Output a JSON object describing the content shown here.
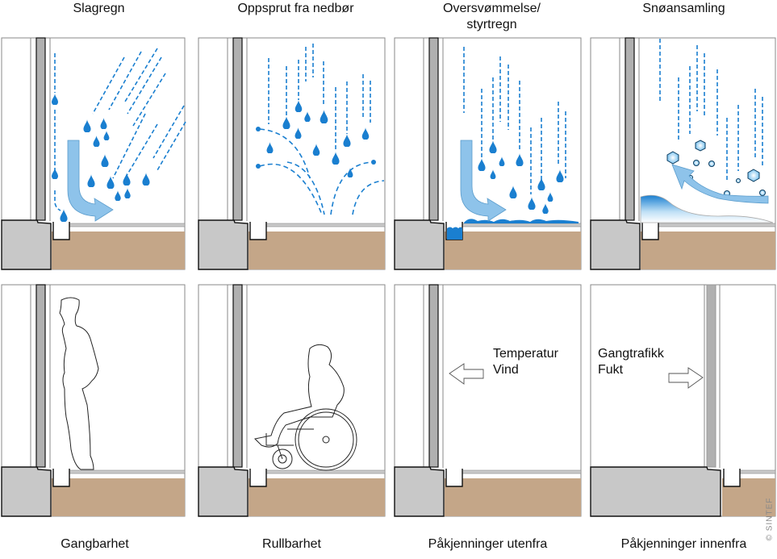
{
  "figure": {
    "top_titles": [
      {
        "text": "Slagregn"
      },
      {
        "text": "Oppsprut fra nedbør"
      },
      {
        "text": "Oversvømmelse/ styrtregn",
        "line1": "Oversvømmelse/",
        "line2": "styrtregn"
      },
      {
        "text": "Snøansamling"
      }
    ],
    "bottom_captions": [
      {
        "text": "Gangbarhet"
      },
      {
        "text": "Rullbarhet"
      },
      {
        "text": "Påkjenninger utenfra"
      },
      {
        "text": "Påkjenninger innenfra"
      }
    ],
    "inner_labels": {
      "outside_loads": {
        "line1": "Temperatur",
        "line2": "Vind",
        "arrow": "arrow-left-icon"
      },
      "inside_loads": {
        "line1": "Gangtrafikk",
        "line2": "Fukt",
        "arrow": "arrow-right-icon"
      }
    },
    "credit": "© SINTEF",
    "colors": {
      "rain": "#1a7fd0",
      "flow_arrow": "#8ec3ea",
      "soil": "#c4a688",
      "concrete": "#c8c8c8",
      "wall_core": "#b0b0b0",
      "water": "#1a7fd0"
    },
    "panels": [
      {
        "id": "slagregn",
        "depicts": "driving rain, water running down facade into drainage"
      },
      {
        "id": "oppsprut",
        "depicts": "splashing rain from ground"
      },
      {
        "id": "oversvommelse",
        "depicts": "flooding with water in drain channel"
      },
      {
        "id": "snoansamling",
        "depicts": "snow accumulation blown toward door"
      },
      {
        "id": "gangbarhet",
        "depicts": "walking person at threshold"
      },
      {
        "id": "rullbarhet",
        "depicts": "wheelchair user at threshold"
      },
      {
        "id": "pakjenninger-utenfra",
        "depicts": "loads from outside"
      },
      {
        "id": "pakjenninger-innenfra",
        "depicts": "loads from inside"
      }
    ]
  }
}
